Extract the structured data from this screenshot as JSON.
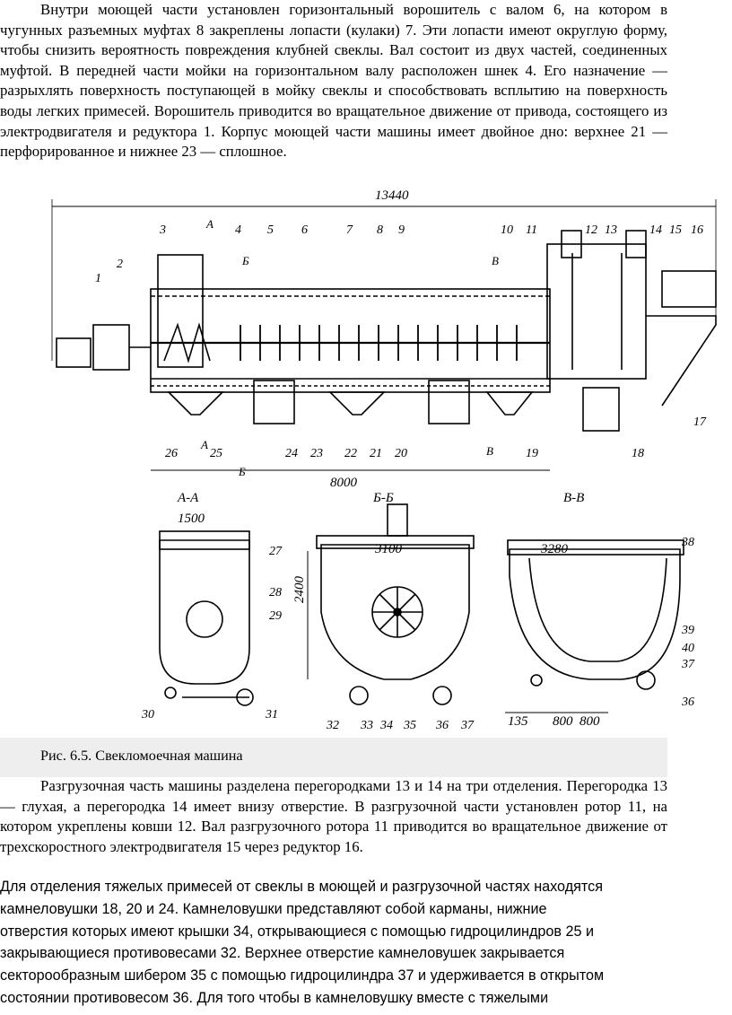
{
  "paragraph1": "Внутри моющей части установлен горизонтальный ворошитель с валом 6, на котором в чугунных разъемных муфтах 8 закреплены лопасти (кулаки) 7. Эти лопасти имеют округлую форму, чтобы снизить вероятность повреждения клубней свеклы. Вал состоит из двух частей, соединенных муфтой. В передней части мойки на горизонтальном валу расположен шнек 4. Его назначение — разрыхлять поверхность поступающей в мойку свеклы и способствовать всплытию на поверхность воды легких примесей. Ворошитель приводится во вращательное движение от привода, состоящего из электродвигателя и редуктора 1. Корпус моющей части машины имеет двойное дно: верхнее 21 — перфорированное и нижнее 23 — сплошное.",
  "figure": {
    "caption": "Рис. 6.5. Свекломоечная машина",
    "dims": {
      "total_length": "13440",
      "wash_length": "8000",
      "aa_width": "1500",
      "bb_width": "3100",
      "height": "2400",
      "vv_width": "3280",
      "d135": "135",
      "d800a": "800",
      "d800b": "800"
    },
    "section_titles": {
      "aa": "А-А",
      "bb": "Б-Б",
      "vv": "В-В"
    },
    "cut_labels": {
      "a": "А",
      "b": "Б",
      "v": "В"
    },
    "part_numbers": [
      "1",
      "2",
      "3",
      "4",
      "5",
      "6",
      "7",
      "8",
      "9",
      "10",
      "11",
      "12",
      "13",
      "14",
      "15",
      "16",
      "17",
      "18",
      "19",
      "20",
      "21",
      "22",
      "23",
      "24",
      "25",
      "26",
      "27",
      "28",
      "29",
      "30",
      "31",
      "32",
      "33",
      "34",
      "35",
      "36",
      "37",
      "38",
      "39",
      "40"
    ]
  },
  "paragraph2": "Разгрузочная часть машины разделена перегородками 13 и 14 на три отделения. Перегородка 13 — глухая, а перегородка 14 имеет внизу отверстие. В разгрузочной части установлен ротор 11, на котором укреплены ковши 12. Вал разгрузочного ротора 11 приводится во вращательное движение от трехскоростного электродвигателя 15 через редуктор 16.",
  "paragraph3_lines": [
    "Для отделения тяжелых примесей от свеклы в моющей и разгрузочной частях находятся",
    "камнеловушки 18, 20 и 24. Камнеловушки представляют собой карманы, нижние",
    "отверстия которых имеют крышки 34, открывающиеся с помощью гидроцилиндров 25 и",
    "закрывающиеся противовесами 32. Верхнее отверстие камнеловушек закрывается",
    "секторообразным шибером 35 с помощью гидроцилиндра 37 и удерживается в открытом",
    "состоянии противовесом 36. Для того чтобы в камнеловушку вместе с тяжелыми"
  ]
}
